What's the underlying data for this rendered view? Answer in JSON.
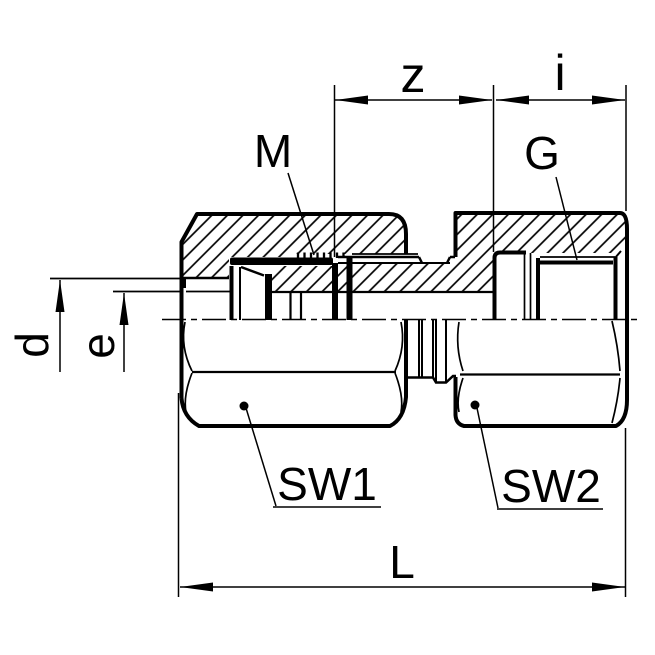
{
  "title": "Tube fitting sectional technical drawing",
  "colors": {
    "ink": "#000000",
    "paper": "#ffffff"
  },
  "labels": {
    "z": "z",
    "i": "i",
    "m": "M",
    "g": "G",
    "d": "d",
    "e": "e",
    "sw1": "SW1",
    "sw2": "SW2",
    "l": "L"
  }
}
